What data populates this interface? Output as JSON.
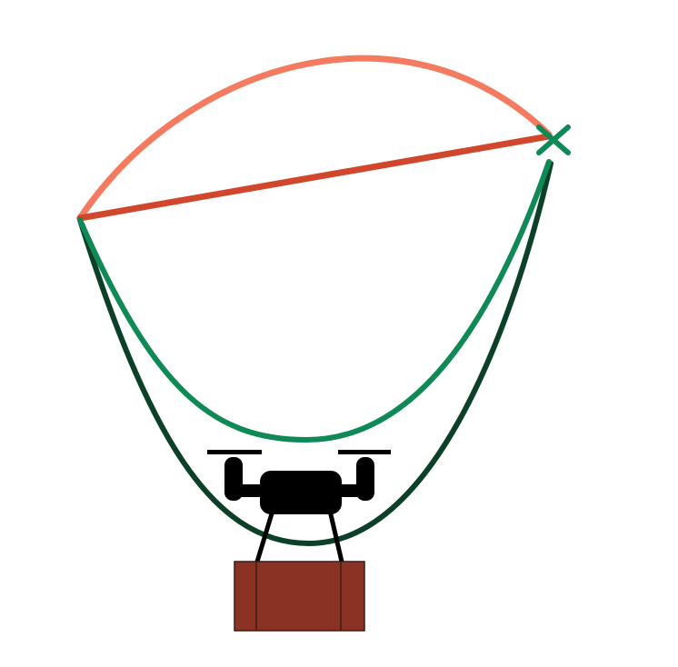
{
  "diagram": {
    "background": "#ffffff",
    "paths": [
      {
        "id": "upper-arc-path",
        "color": "#f47a60"
      },
      {
        "id": "straight-chord-path",
        "color": "#d0472d"
      },
      {
        "id": "inner-green-catenary-path",
        "color": "#0f8a57"
      },
      {
        "id": "outer-dark-catenary-path",
        "color": "#0d4028"
      }
    ],
    "target_marker": {
      "symbol": "X",
      "color": "#0f8a57"
    },
    "drone": {
      "body_color": "#000000"
    },
    "payload": {
      "fill": "#8a3224",
      "stroke": "#3e1a12"
    }
  }
}
